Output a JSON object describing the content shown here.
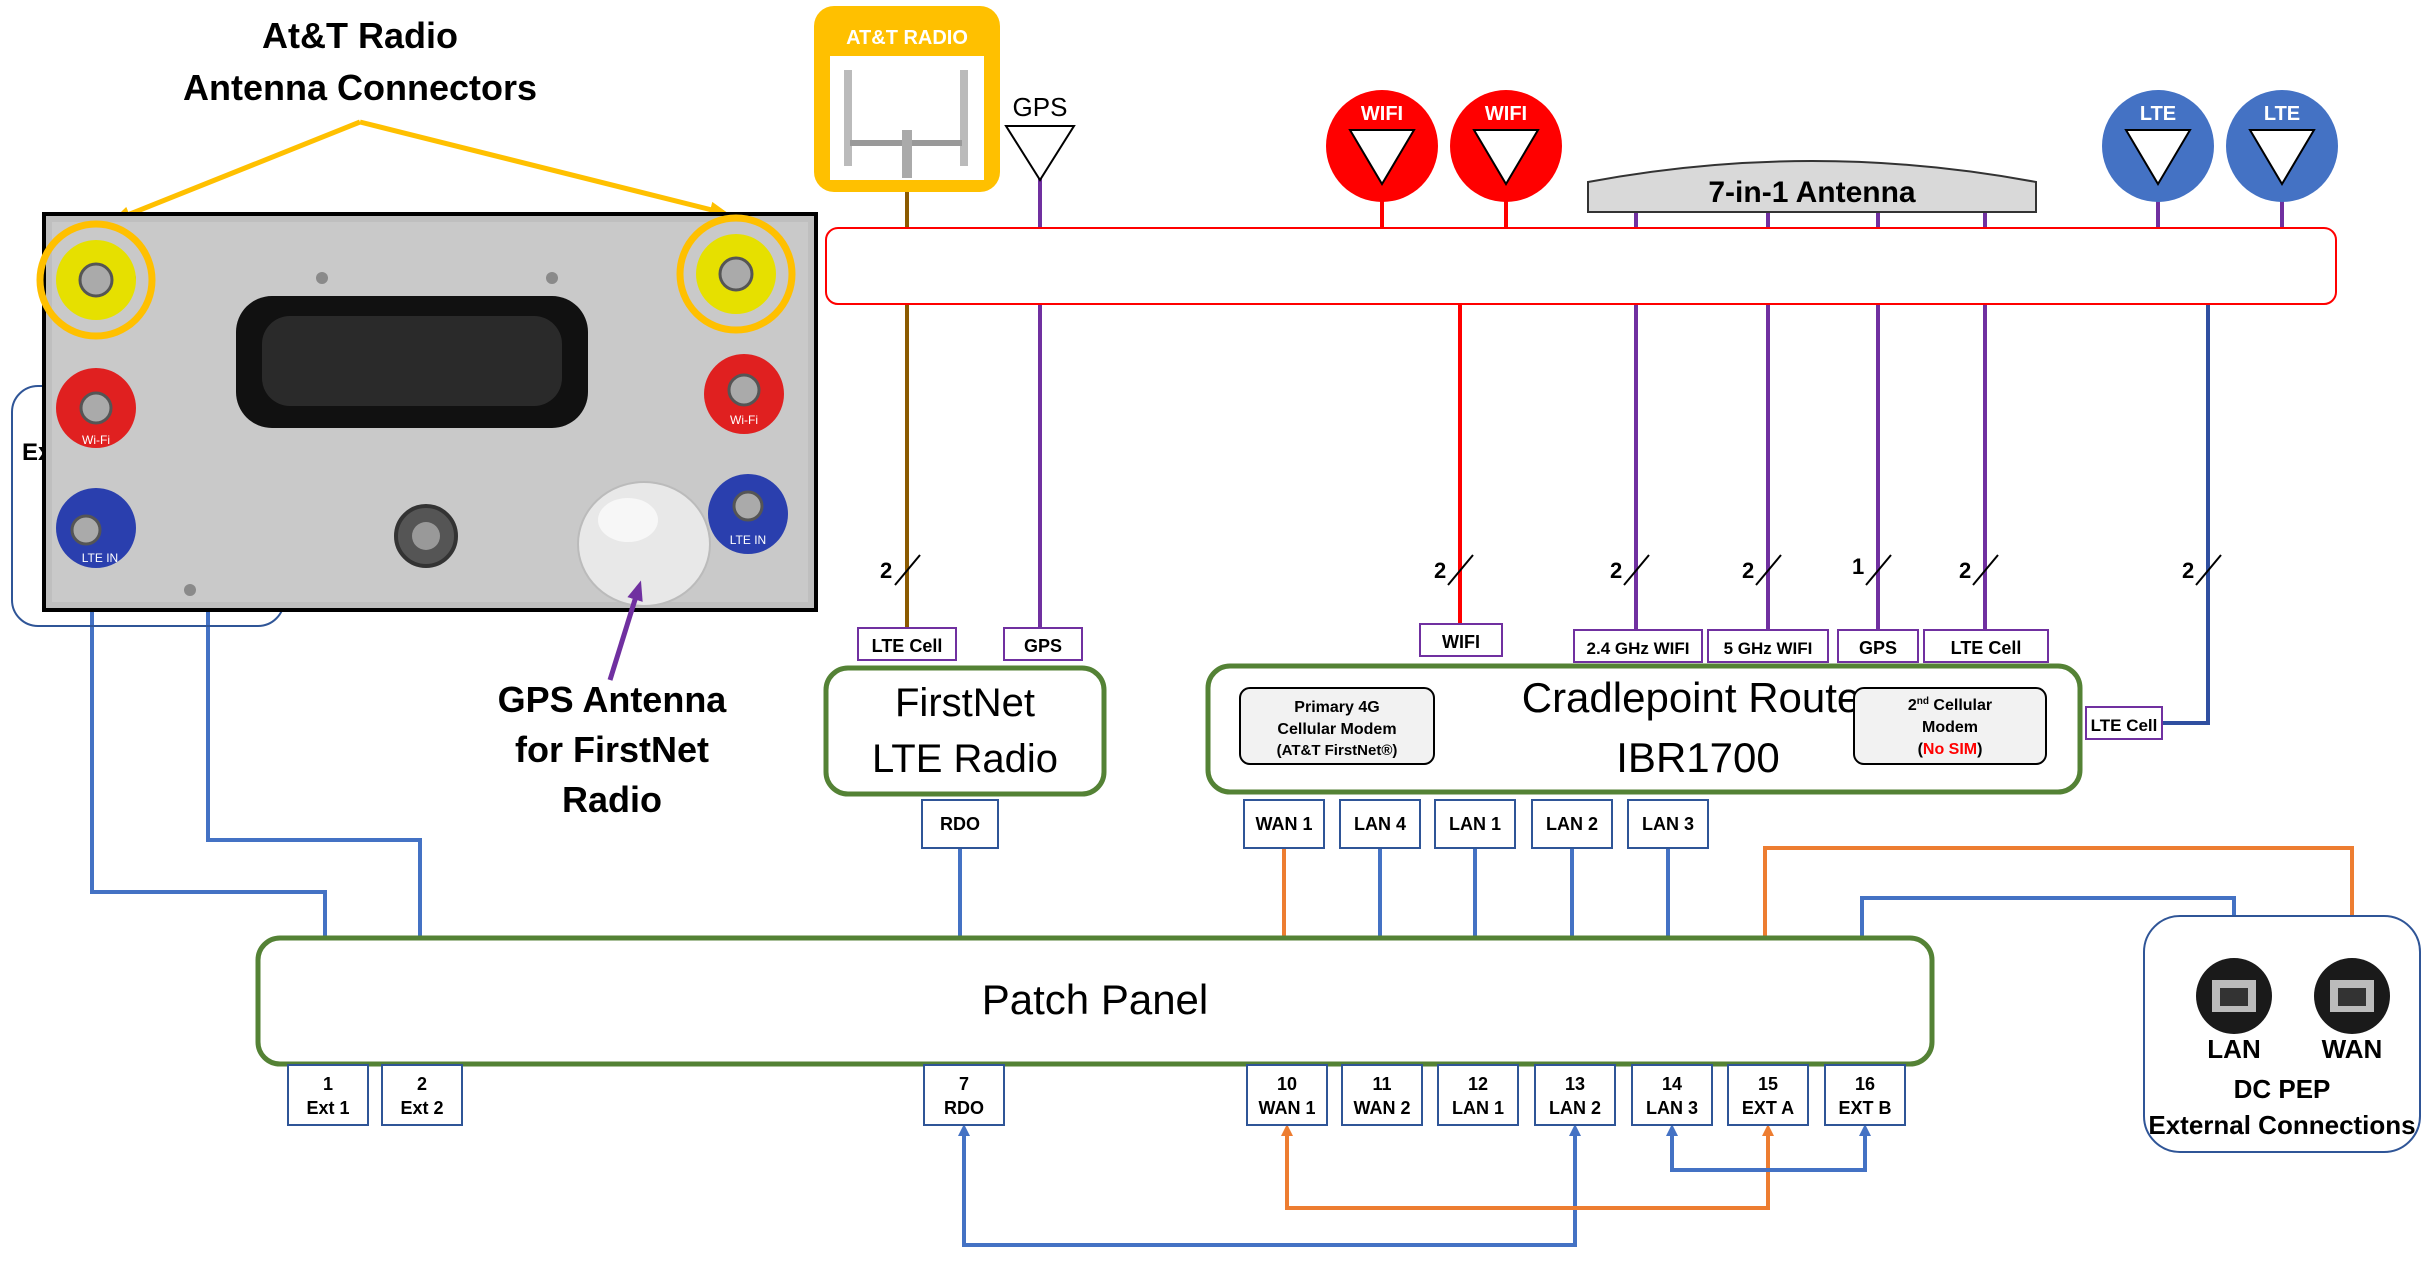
{
  "callouts": {
    "att_connectors_line1": "At&T Radio",
    "att_connectors_line2": "Antenna Connectors",
    "gps_line1": "GPS Antenna",
    "gps_line2": "for FirstNet",
    "gps_line3": "Radio"
  },
  "panel_photo": {
    "ext_label": "Ex",
    "wifi_port": "Wi-Fi",
    "lte_port": "LTE IN"
  },
  "antennas": {
    "att_radio": "AT&T RADIO",
    "gps": "GPS",
    "wifi_1": "WIFI",
    "wifi_2": "WIFI",
    "seven_in_one": "7-in-1 Antenna",
    "lte_1": "LTE",
    "lte_2": "LTE"
  },
  "cable_counts": {
    "firstnet_lte": "2",
    "wifi": "2",
    "wifi_24": "2",
    "wifi_5": "2",
    "gps_7in1": "1",
    "lte_cell_7in1": "2",
    "lte_cell_ext": "2"
  },
  "port_labels": {
    "fn_lte_cell": "LTE Cell",
    "fn_gps": "GPS",
    "wifi": "WIFI",
    "wifi_24": "2.4 GHz WIFI",
    "wifi_5": "5 GHz WIFI",
    "gps": "GPS",
    "lte_cell": "LTE Cell",
    "lte_cell_right": "LTE Cell"
  },
  "firstnet": {
    "line1": "FirstNet",
    "line2": "LTE Radio",
    "port": "RDO"
  },
  "router": {
    "line1": "Cradlepoint Router",
    "line2": "IBR1700",
    "modem1_line1": "Primary 4G",
    "modem1_line2": "Cellular Modem",
    "modem1_line3": "(AT&T FirstNet®)",
    "modem2_line1_num": "2",
    "modem2_line1_sup": "nd",
    "modem2_line1_rest": " Cellular",
    "modem2_line2": "Modem",
    "modem2_line3_open": "(",
    "modem2_line3_red": "No SIM",
    "modem2_line3_close": ")",
    "ports": [
      "WAN 1",
      "LAN 4",
      "LAN 1",
      "LAN 2",
      "LAN 3"
    ]
  },
  "patch_panel": {
    "title": "Patch Panel",
    "ports": [
      {
        "num": "1",
        "label": "Ext 1"
      },
      {
        "num": "2",
        "label": "Ext 2"
      },
      {
        "num": "7",
        "label": "RDO"
      },
      {
        "num": "10",
        "label": "WAN 1"
      },
      {
        "num": "11",
        "label": "WAN 2"
      },
      {
        "num": "12",
        "label": "LAN 1"
      },
      {
        "num": "13",
        "label": "LAN 2"
      },
      {
        "num": "14",
        "label": "LAN 3"
      },
      {
        "num": "15",
        "label": "EXT A"
      },
      {
        "num": "16",
        "label": "EXT B"
      }
    ]
  },
  "dc_pep": {
    "lan": "LAN",
    "wan": "WAN",
    "line1": "DC PEP",
    "line2": "External Connections"
  },
  "colors": {
    "blue_cable": "#4472C4",
    "orange_cable": "#ED7D31",
    "purple_cable": "#7030A0",
    "red_cable": "#FF0000",
    "brown_cable": "#8B5A00",
    "green_box": "#548235",
    "att_yellow": "#FFC000",
    "lte_blue": "#4472C4",
    "wifi_red": "#FF0000"
  }
}
